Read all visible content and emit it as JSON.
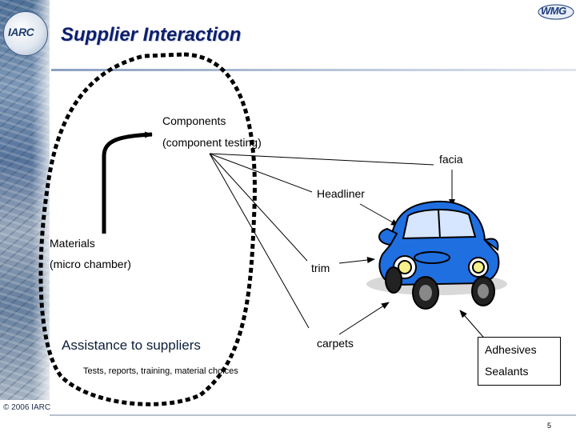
{
  "slide": {
    "title": "Supplier Interaction",
    "logo_left_text": "IARC",
    "logo_right_text": "WMG",
    "copyright": "© 2006 IARC",
    "page_number": "5"
  },
  "diagram": {
    "components_line1": "Components",
    "components_line2": "(component testing)",
    "materials_line1": "Materials",
    "materials_line2": "(micro chamber)",
    "assistance_title": "Assistance to suppliers",
    "assistance_subtitle": "Tests, reports, training, material choices",
    "facia": "facia",
    "headliner": "Headliner",
    "trim": "trim",
    "carpets": "carpets",
    "adhesives": "Adhesives",
    "sealants": "Sealants"
  },
  "colors": {
    "title": "#0d1f6b",
    "car_body": "#1f6fe0",
    "car_outline": "#000000"
  }
}
